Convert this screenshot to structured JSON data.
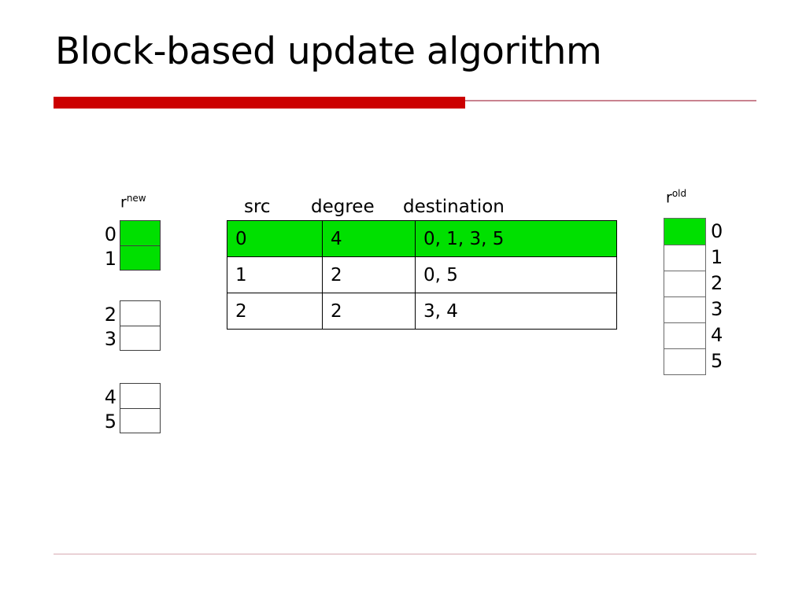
{
  "slide": {
    "title": "Block-based update algorithm",
    "accent_red": "#cc0000",
    "accent_rule": "#c9828f",
    "highlight_green": "#00e000"
  },
  "rnew": {
    "label_base": "r",
    "label_sup": "new",
    "blocks": [
      {
        "rows": [
          {
            "index": "0",
            "highlighted": true
          },
          {
            "index": "1",
            "highlighted": true
          }
        ]
      },
      {
        "rows": [
          {
            "index": "2",
            "highlighted": false
          },
          {
            "index": "3",
            "highlighted": false
          }
        ]
      },
      {
        "rows": [
          {
            "index": "4",
            "highlighted": false
          },
          {
            "index": "5",
            "highlighted": false
          }
        ]
      }
    ]
  },
  "rold": {
    "label_base": "r",
    "label_sup": "old",
    "rows": [
      {
        "index": "0",
        "highlighted": true
      },
      {
        "index": "1",
        "highlighted": false
      },
      {
        "index": "2",
        "highlighted": false
      },
      {
        "index": "3",
        "highlighted": false
      },
      {
        "index": "4",
        "highlighted": false
      },
      {
        "index": "5",
        "highlighted": false
      }
    ]
  },
  "edge_table": {
    "headers": {
      "src": "src",
      "degree": "degree",
      "destination": "destination"
    },
    "rows": [
      {
        "src": "0",
        "degree": "4",
        "destination": "0, 1, 3, 5",
        "highlighted": true
      },
      {
        "src": "1",
        "degree": "2",
        "destination": "0, 5",
        "highlighted": false
      },
      {
        "src": "2",
        "degree": "2",
        "destination": "3, 4",
        "highlighted": false
      }
    ]
  }
}
